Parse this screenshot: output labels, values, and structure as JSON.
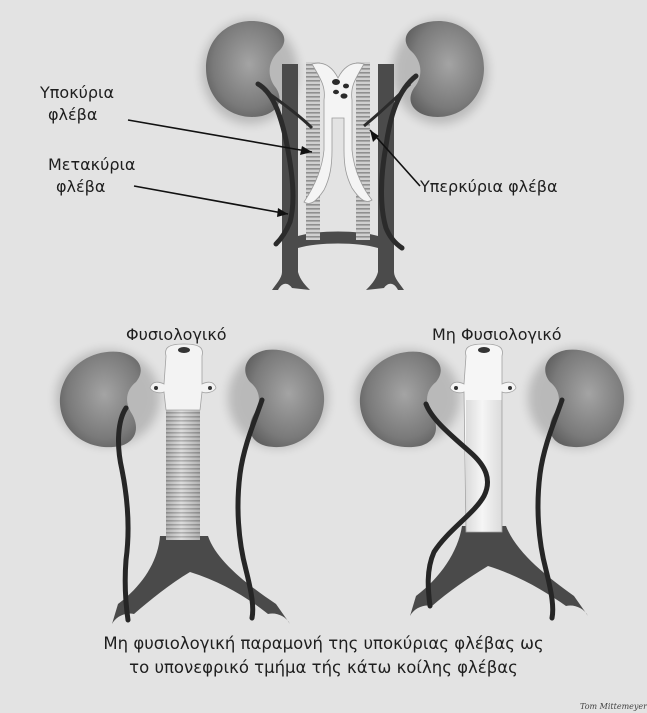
{
  "labels": {
    "subcardinal": [
      "Υποκύρια",
      "φλέβα"
    ],
    "postcardinal": [
      "Μετακύρια",
      "φλέβα"
    ],
    "supracardinal": "Υπερκύρια φλέβα",
    "normal": "Φυσιολογικό",
    "abnormal": "Μη Φυσιολογικό"
  },
  "caption": [
    "Μη φυσιολογική παραμονή της υποκύριας φλέβας ως",
    "το υπονεφρικό τμήμα τής κάτω κοίλης φλέβας"
  ],
  "signature": "Tom Mittemeyer"
}
